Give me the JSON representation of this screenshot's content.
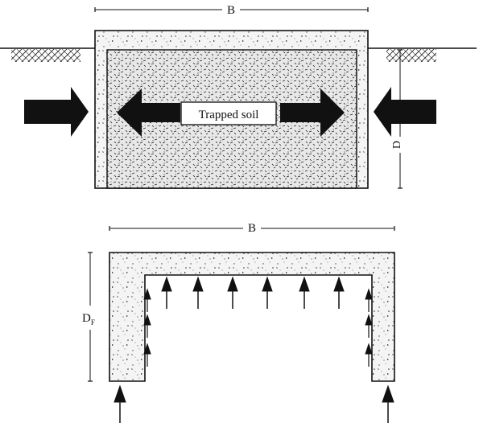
{
  "top_figure": {
    "width_label": "B",
    "depth_label": "D",
    "trapped_soil_label": "Trapped soil"
  },
  "bottom_figure": {
    "width_label": "B",
    "depth_label_main": "D",
    "depth_label_sub": "F"
  },
  "colors": {
    "ink": "#111111",
    "concrete_fill": "#f4f4f4",
    "soil_fill": "#e6e6e6"
  }
}
